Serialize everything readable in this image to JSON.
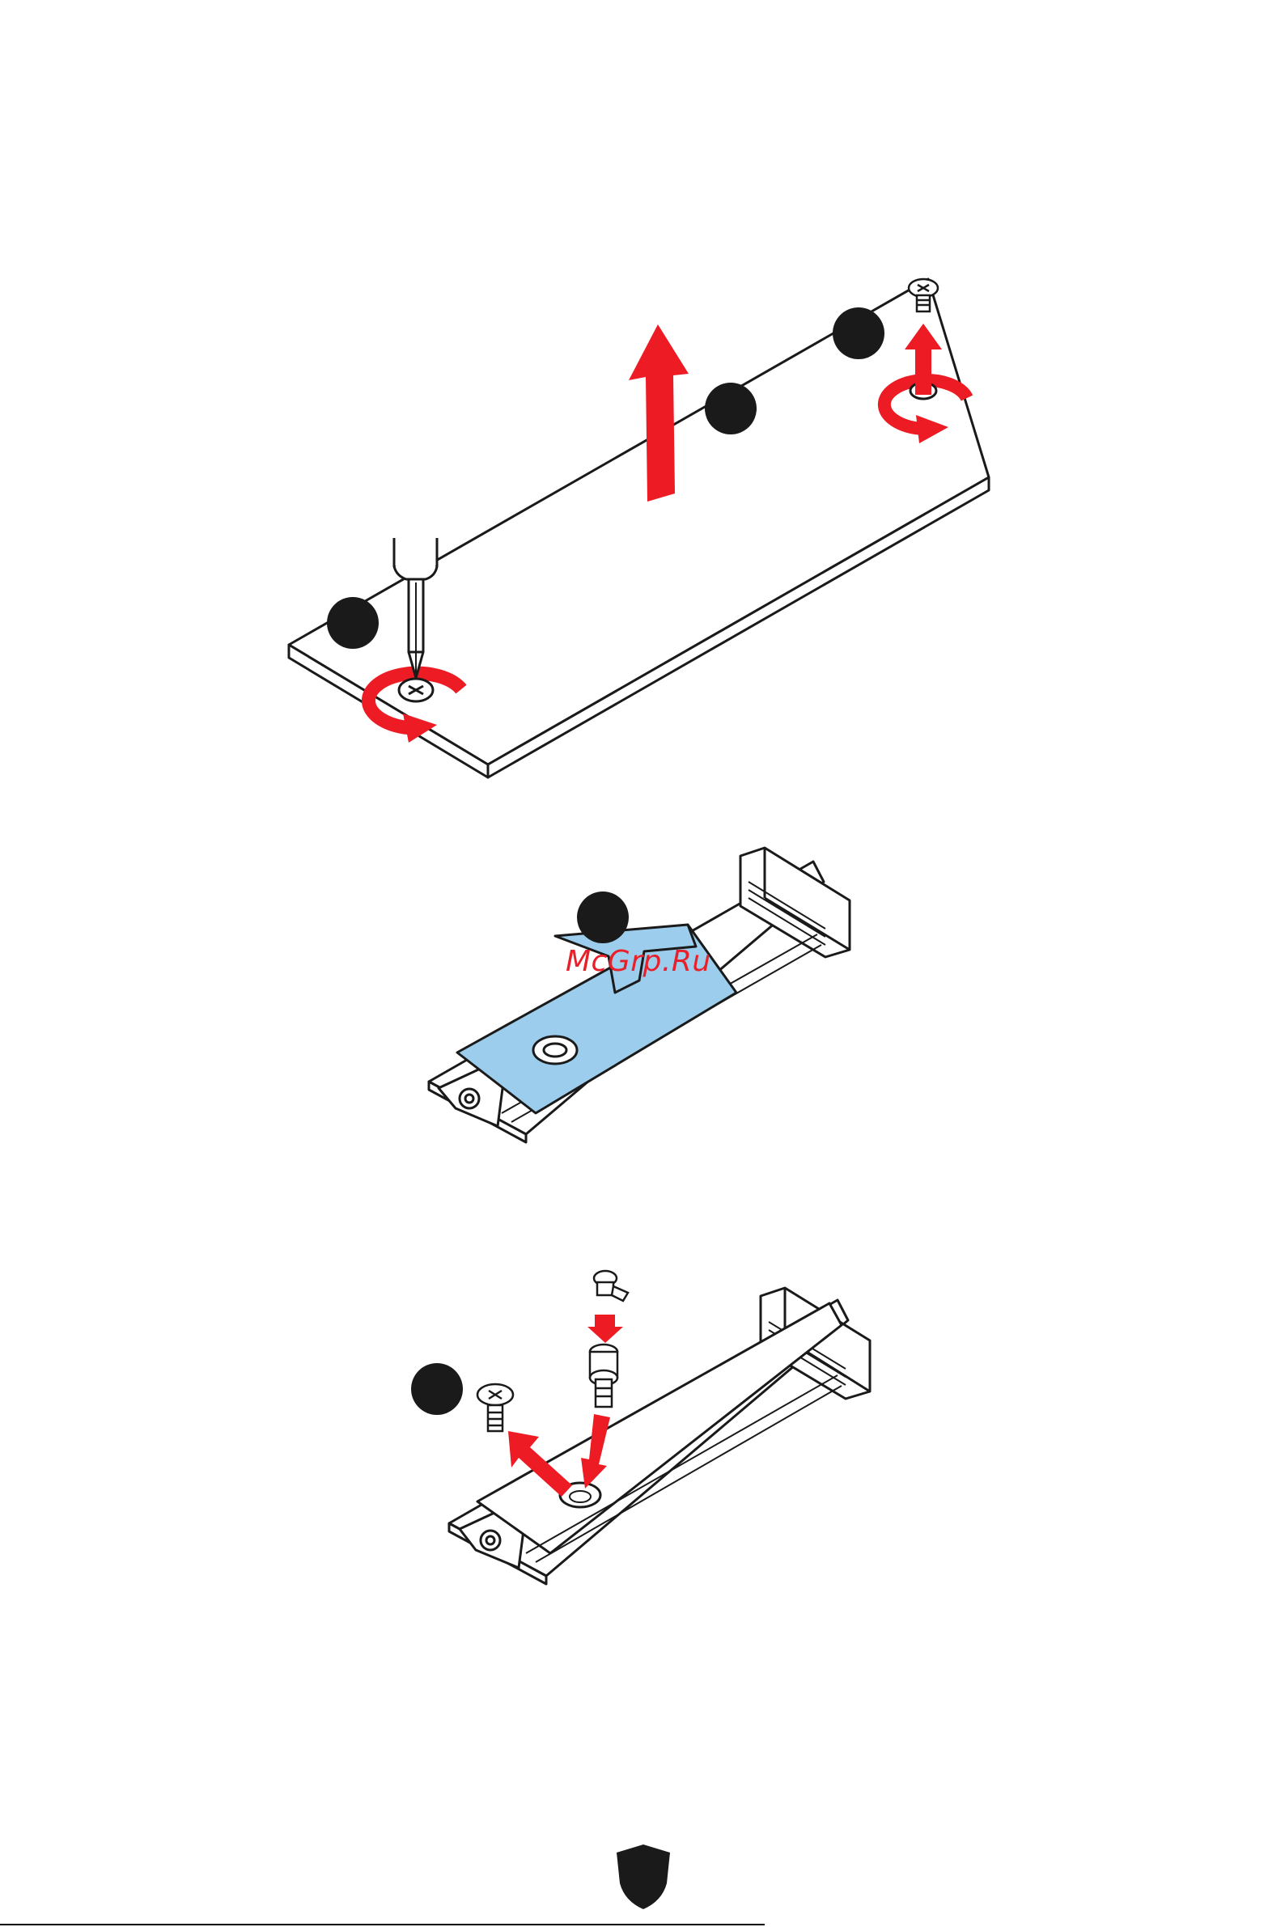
{
  "watermark": {
    "text": "McGrp.Ru",
    "color": "#e8202a"
  },
  "colors": {
    "arrow_red": "#ed1c24",
    "thermal_pad_blue": "#9dcdec",
    "outline": "#1a1a1a",
    "step_marker": "#1a1a1a"
  },
  "panels": [
    {
      "id": "panel-remove-heatsink",
      "icons": [
        "screwdriver-icon",
        "rotate-counterclockwise-icon",
        "lift-up-arrow-icon",
        "screw-icon"
      ]
    },
    {
      "id": "panel-thermal-pad",
      "icons": [
        "thermal-pad-icon",
        "m2-slot-icon"
      ]
    },
    {
      "id": "panel-install-standoff",
      "icons": [
        "screw-icon",
        "standoff-icon",
        "latch-icon",
        "arrow-down-icon"
      ]
    }
  ],
  "footer": {
    "logo_icon": "msi-shield-icon"
  }
}
